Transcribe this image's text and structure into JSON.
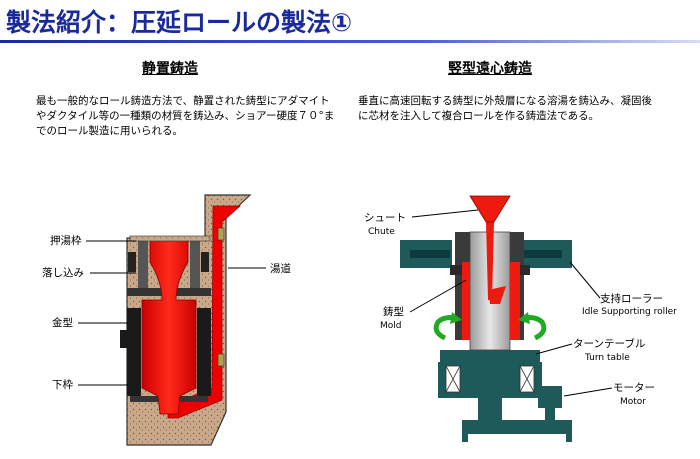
{
  "header": {
    "title": "製法紹介：圧延ロールの製法①"
  },
  "left": {
    "heading": "静置鋳造",
    "description": "最も一般的なロール鋳造方法で、静置された鋳型にアダマイトやダクタイル等の一種類の材質を鋳込み、ショアー硬度７０°までのロール製造に用いられる。",
    "labels": {
      "upper_frame": "押湯枠",
      "drop": "落し込み",
      "mold": "金型",
      "lower_frame": "下枠",
      "runner": "湯道"
    }
  },
  "right": {
    "heading": "竪型遠心鋳造",
    "description": "垂直に高速回転する鋳型に外殻層になる溶湯を鋳込み、凝固後に芯材を注入して複合ロールを作る鋳造法である。",
    "labels": {
      "chute": "シュート",
      "chute_en": "Chute",
      "mold": "鋳型",
      "mold_en": "Mold",
      "roller": "支持ローラー",
      "roller_en": "Idle Supporting roller",
      "turntable": "ターンテーブル",
      "turntable_en": "Turn table",
      "motor": "モーター",
      "motor_en": "Motor"
    }
  },
  "colors": {
    "title": "#1a2a9a",
    "molten_metal": "#ee0000",
    "sand": "#c8a888",
    "steel": "#505050",
    "machine": "#1e5a5a",
    "rotation_arrow": "#22aa22"
  }
}
